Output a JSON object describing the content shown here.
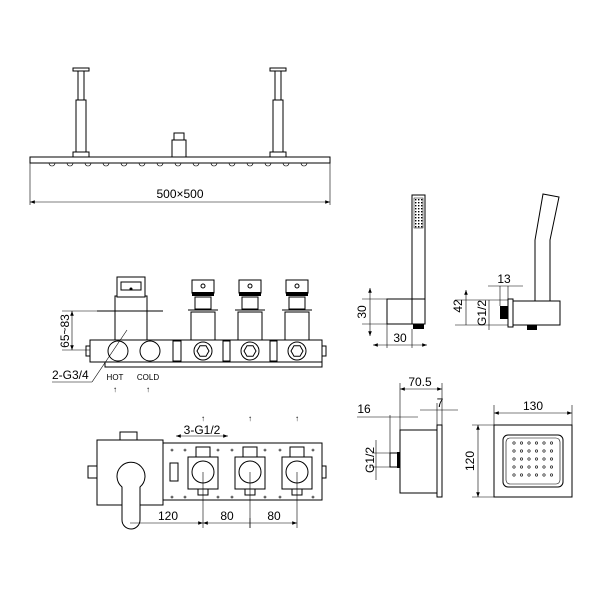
{
  "overhead_shower": {
    "dimension": "500×500"
  },
  "thermostatic_valve": {
    "height_range": "65~83",
    "inlet_thread": "2-G3/4",
    "hot_label": "HOT",
    "cold_label": "COLD"
  },
  "valve_plan": {
    "outlet_thread": "3-G1/2",
    "offset_1": "120",
    "spacing_1": "80",
    "spacing_2": "80"
  },
  "hand_shower_front": {
    "height": "30",
    "width": "30"
  },
  "hand_shower_side": {
    "depth": "13",
    "height": "42",
    "thread": "G1/2"
  },
  "wall_outlet": {
    "total_depth": "70.5",
    "nipple": "16",
    "plate": "7",
    "thread": "G1/2"
  },
  "body_jet": {
    "width": "130",
    "height": "120"
  },
  "colors": {
    "line": "#000000",
    "background": "#ffffff"
  }
}
